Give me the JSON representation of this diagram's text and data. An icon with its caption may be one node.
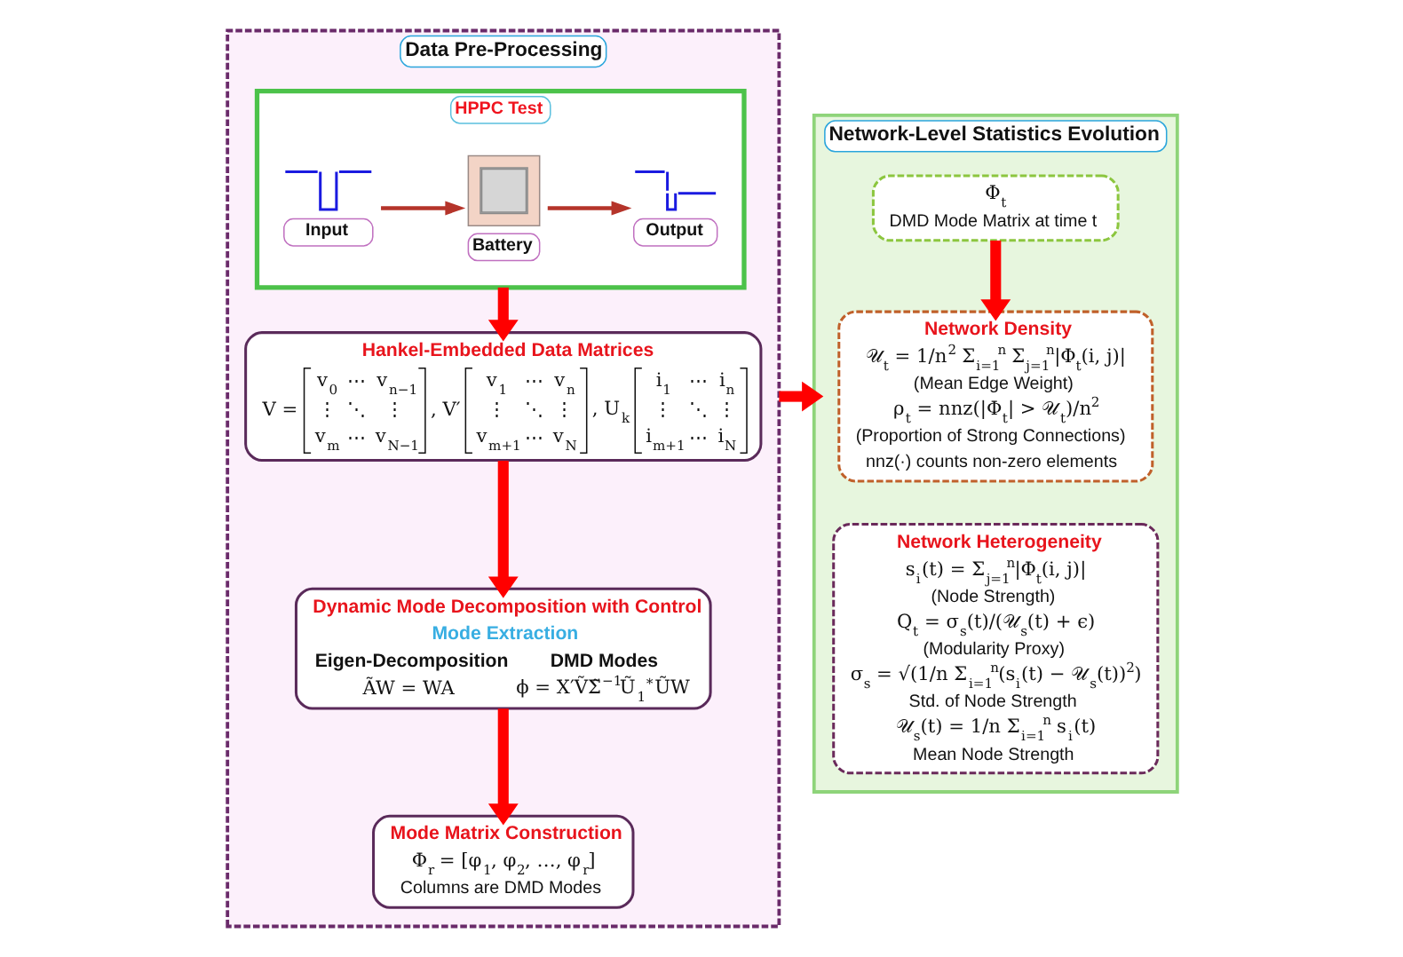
{
  "diagram": {
    "nodes": [
      {
        "text": [
          "Data Pre-Processing"
        ]
      },
      {
        "text": [
          "HPPC Test"
        ],
        "in": 0
      },
      {
        "text": [
          "Input"
        ],
        "in": 1
      },
      {
        "text": [
          "Battery"
        ],
        "in": 1
      },
      {
        "text": [
          "Output"
        ],
        "in": 1
      },
      {
        "text": [
          "Hankel-Embedded Data Matrices",
          "V =",
          "v$_{0}$",
          "⋯",
          "v$_{n−1}$",
          "⋮",
          "⋱",
          "⋮",
          "v$_{m}$",
          "⋯",
          "v$_{N−1}$",
          ", V′",
          "v$_{1}$",
          "⋯",
          "v$_{n}$",
          "⋮",
          "⋱",
          "⋮",
          "v$_{m+1}$",
          "⋯",
          "v$_{N}$",
          ", U$_{k}$",
          "i$_{1}$",
          "⋯",
          "i$_{n}$",
          "⋮",
          "⋱",
          "⋮",
          "i$_{m+1}$",
          "⋯",
          "i$_{N}$"
        ],
        "in": 0
      },
      {
        "text": [
          "Dynamic Mode Decomposition with Control",
          "Mode Extraction",
          "Eigen-Decomposition",
          "DMD Modes",
          "ÃW = WA",
          "ϕ = X′ṼΣ̃$^{−1}$Ũ$_{1}$$^{∗}$ŨW"
        ],
        "in": 0
      },
      {
        "text": [
          "Mode Matrix Construction",
          "Φ$_{r}$ = [φ$_{1}$, φ$_{2}$, …, φ$_{r}$]",
          "Columns are DMD Modes"
        ],
        "in": 0
      },
      {
        "text": [
          "Network-Level Statistics Evolution"
        ]
      },
      {
        "text": [
          "Φ$_{t}$",
          "DMD Mode Matrix at time t"
        ],
        "in": 8
      },
      {
        "text": [
          "Network Density",
          "𝒰$_{t}$ = 1/n$^{2}$ Σ$_{i=1}$$^{n}$ Σ$_{j=1}$$^{n}$|Φ$_{t}$(i, j)|",
          "(Mean Edge Weight)",
          "ρ$_{t}$ = nnz(|Φ$_{t}$| > 𝒰$_{t}$)/n$^{2}$",
          "(Proportion of Strong Connections)",
          "nnz(·) counts non-zero elements"
        ],
        "in": 8
      },
      {
        "text": [
          "Network Heterogeneity",
          "s$_{i}$(t) = Σ$_{j=1}$$^{n}$|Φ$_{t}$(i, j)|",
          "(Node Strength)",
          "Q$_{t}$ = σ$_{s}$(t)/(𝒰$_{s}$(t) + ϵ)",
          "(Modularity Proxy)",
          "σ$_{s}$ = √(1/n Σ$_{i=1}$$^{n}$(s$_{i}$(t) − 𝒰$_{s}$(t))$^{2}$)",
          "Std. of Node Strength",
          "𝒰$_{s}$(t) = 1/n Σ$_{i=1}$$^{n}$ s$_{i}$(t)",
          "Mean Node Strength"
        ],
        "in": 8
      }
    ],
    "edges": [
      {
        "from": 2,
        "to": 3,
        "arrow": "to",
        "color": "#b5342a"
      },
      {
        "from": 3,
        "to": 4,
        "arrow": "to",
        "color": "#b5342a"
      },
      {
        "from": 1,
        "to": 5,
        "arrow": "to"
      },
      {
        "from": 5,
        "to": 6,
        "arrow": "to"
      },
      {
        "from": 6,
        "to": 7,
        "arrow": "to"
      },
      {
        "from": 0,
        "to": 8,
        "arrow": "to"
      },
      {
        "from": 9,
        "to": 10,
        "arrow": "to"
      }
    ]
  }
}
